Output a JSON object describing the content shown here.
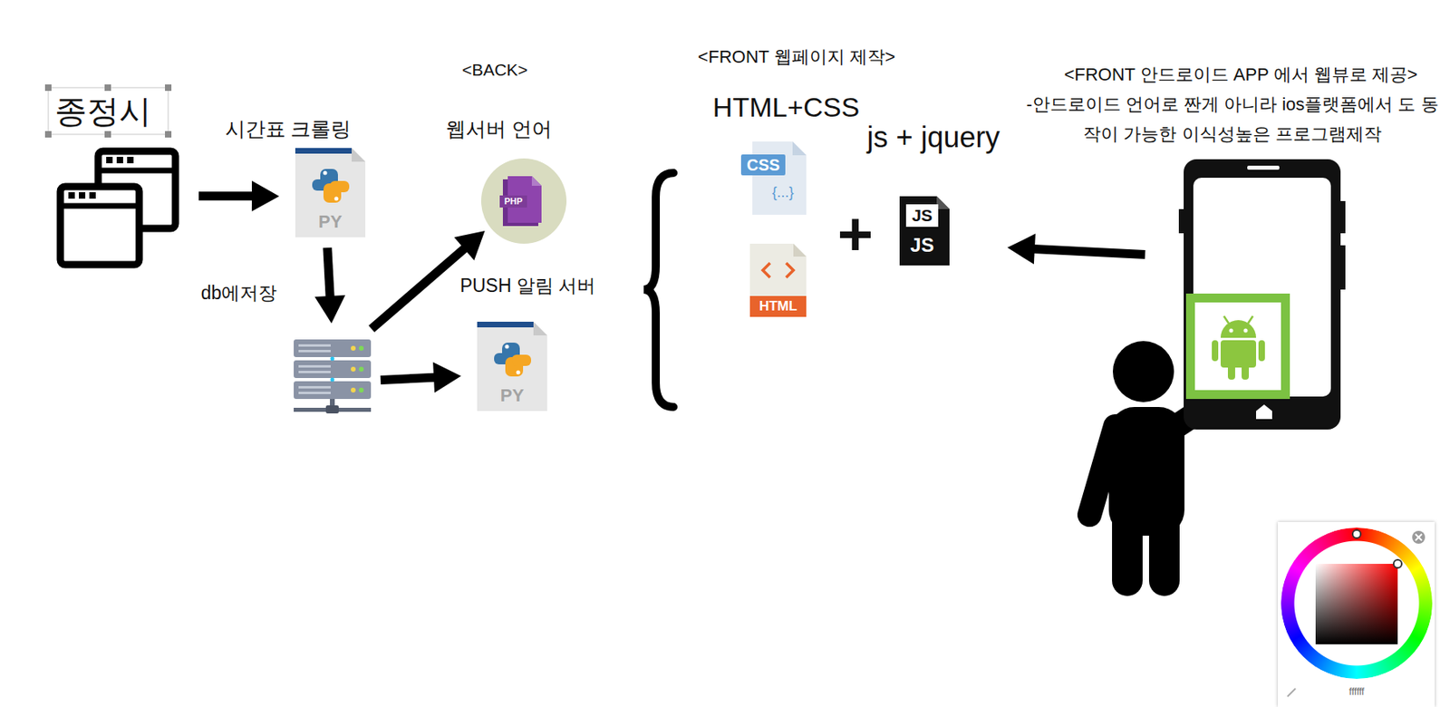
{
  "diagram": {
    "nodes": [
      {
        "text": [
          "종정시"
        ]
      },
      {
        "text": [
          "시간표 크롤링",
          "PY"
        ]
      },
      {
        "text": [
          "db에저장"
        ]
      },
      {
        "text": [
          "웹서버 언어",
          "PHP"
        ]
      },
      {
        "text": [
          "PUSH 알림 서버",
          "PY"
        ]
      },
      {
        "text": [
          "HTML+CSS",
          "CSS",
          "{...}"
        ]
      },
      {
        "text": [
          "HTML"
        ]
      },
      {
        "text": [
          "js + jquery",
          "JS",
          "JS"
        ]
      },
      {
        "text": [
          "<FRONT 안드로이드 APP 에서 웹뷰로 제공>",
          "-안드로이드 언어로 짠게 아니라 ios플랫폼에서 도 동작이 가능한 이식성높은 프로그램제작"
        ]
      }
    ],
    "edges": [
      {
        "from": 0,
        "to": 1,
        "arrow": "to"
      },
      {
        "from": 1,
        "to": 2,
        "arrow": "to"
      },
      {
        "from": 2,
        "to": 3,
        "arrow": "to"
      },
      {
        "from": 2,
        "to": 4,
        "arrow": "to"
      },
      {
        "from": 8,
        "to": 7,
        "arrow": "to"
      }
    ],
    "labels": [
      "<BACK>",
      "<FRONT 웹페이지 제작>",
      "+",
      "ffffff"
    ]
  }
}
